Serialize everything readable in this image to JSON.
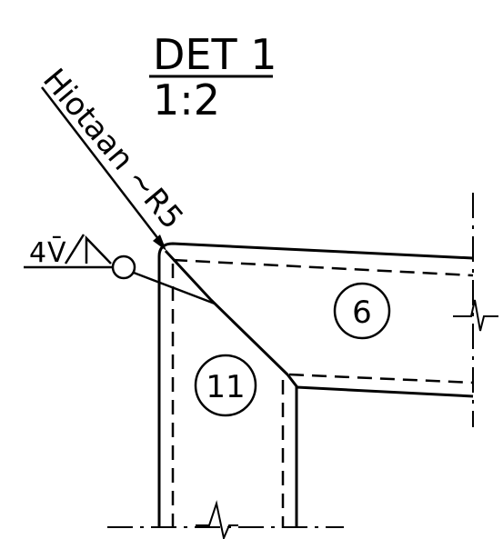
{
  "detail": {
    "title": "DET 1",
    "scale": "1:2"
  },
  "leader_note": "Hiotaan ~R5",
  "weld_symbol": {
    "size": "4",
    "type_glyph": "V̄"
  },
  "part_bubbles": [
    {
      "number": "6"
    },
    {
      "number": "11"
    }
  ],
  "colors": {
    "line": "#000000",
    "background": "#ffffff"
  }
}
